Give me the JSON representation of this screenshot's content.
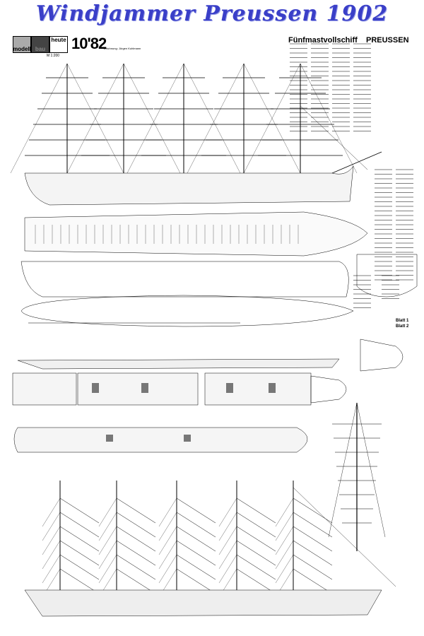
{
  "title": "Windjammer Preussen 1902",
  "logo": {
    "part1": "modell",
    "part2": "bau",
    "part3": "heute"
  },
  "issue": "10'82",
  "drawing_credit": "Zeichnung: Jürgen Kuhlmann",
  "scale": "M 1:200",
  "ship_type": "Fünfmastvollschiff",
  "ship_name": "PREUSSEN",
  "sheets": [
    "Blatt 1",
    "Blatt 2"
  ]
}
